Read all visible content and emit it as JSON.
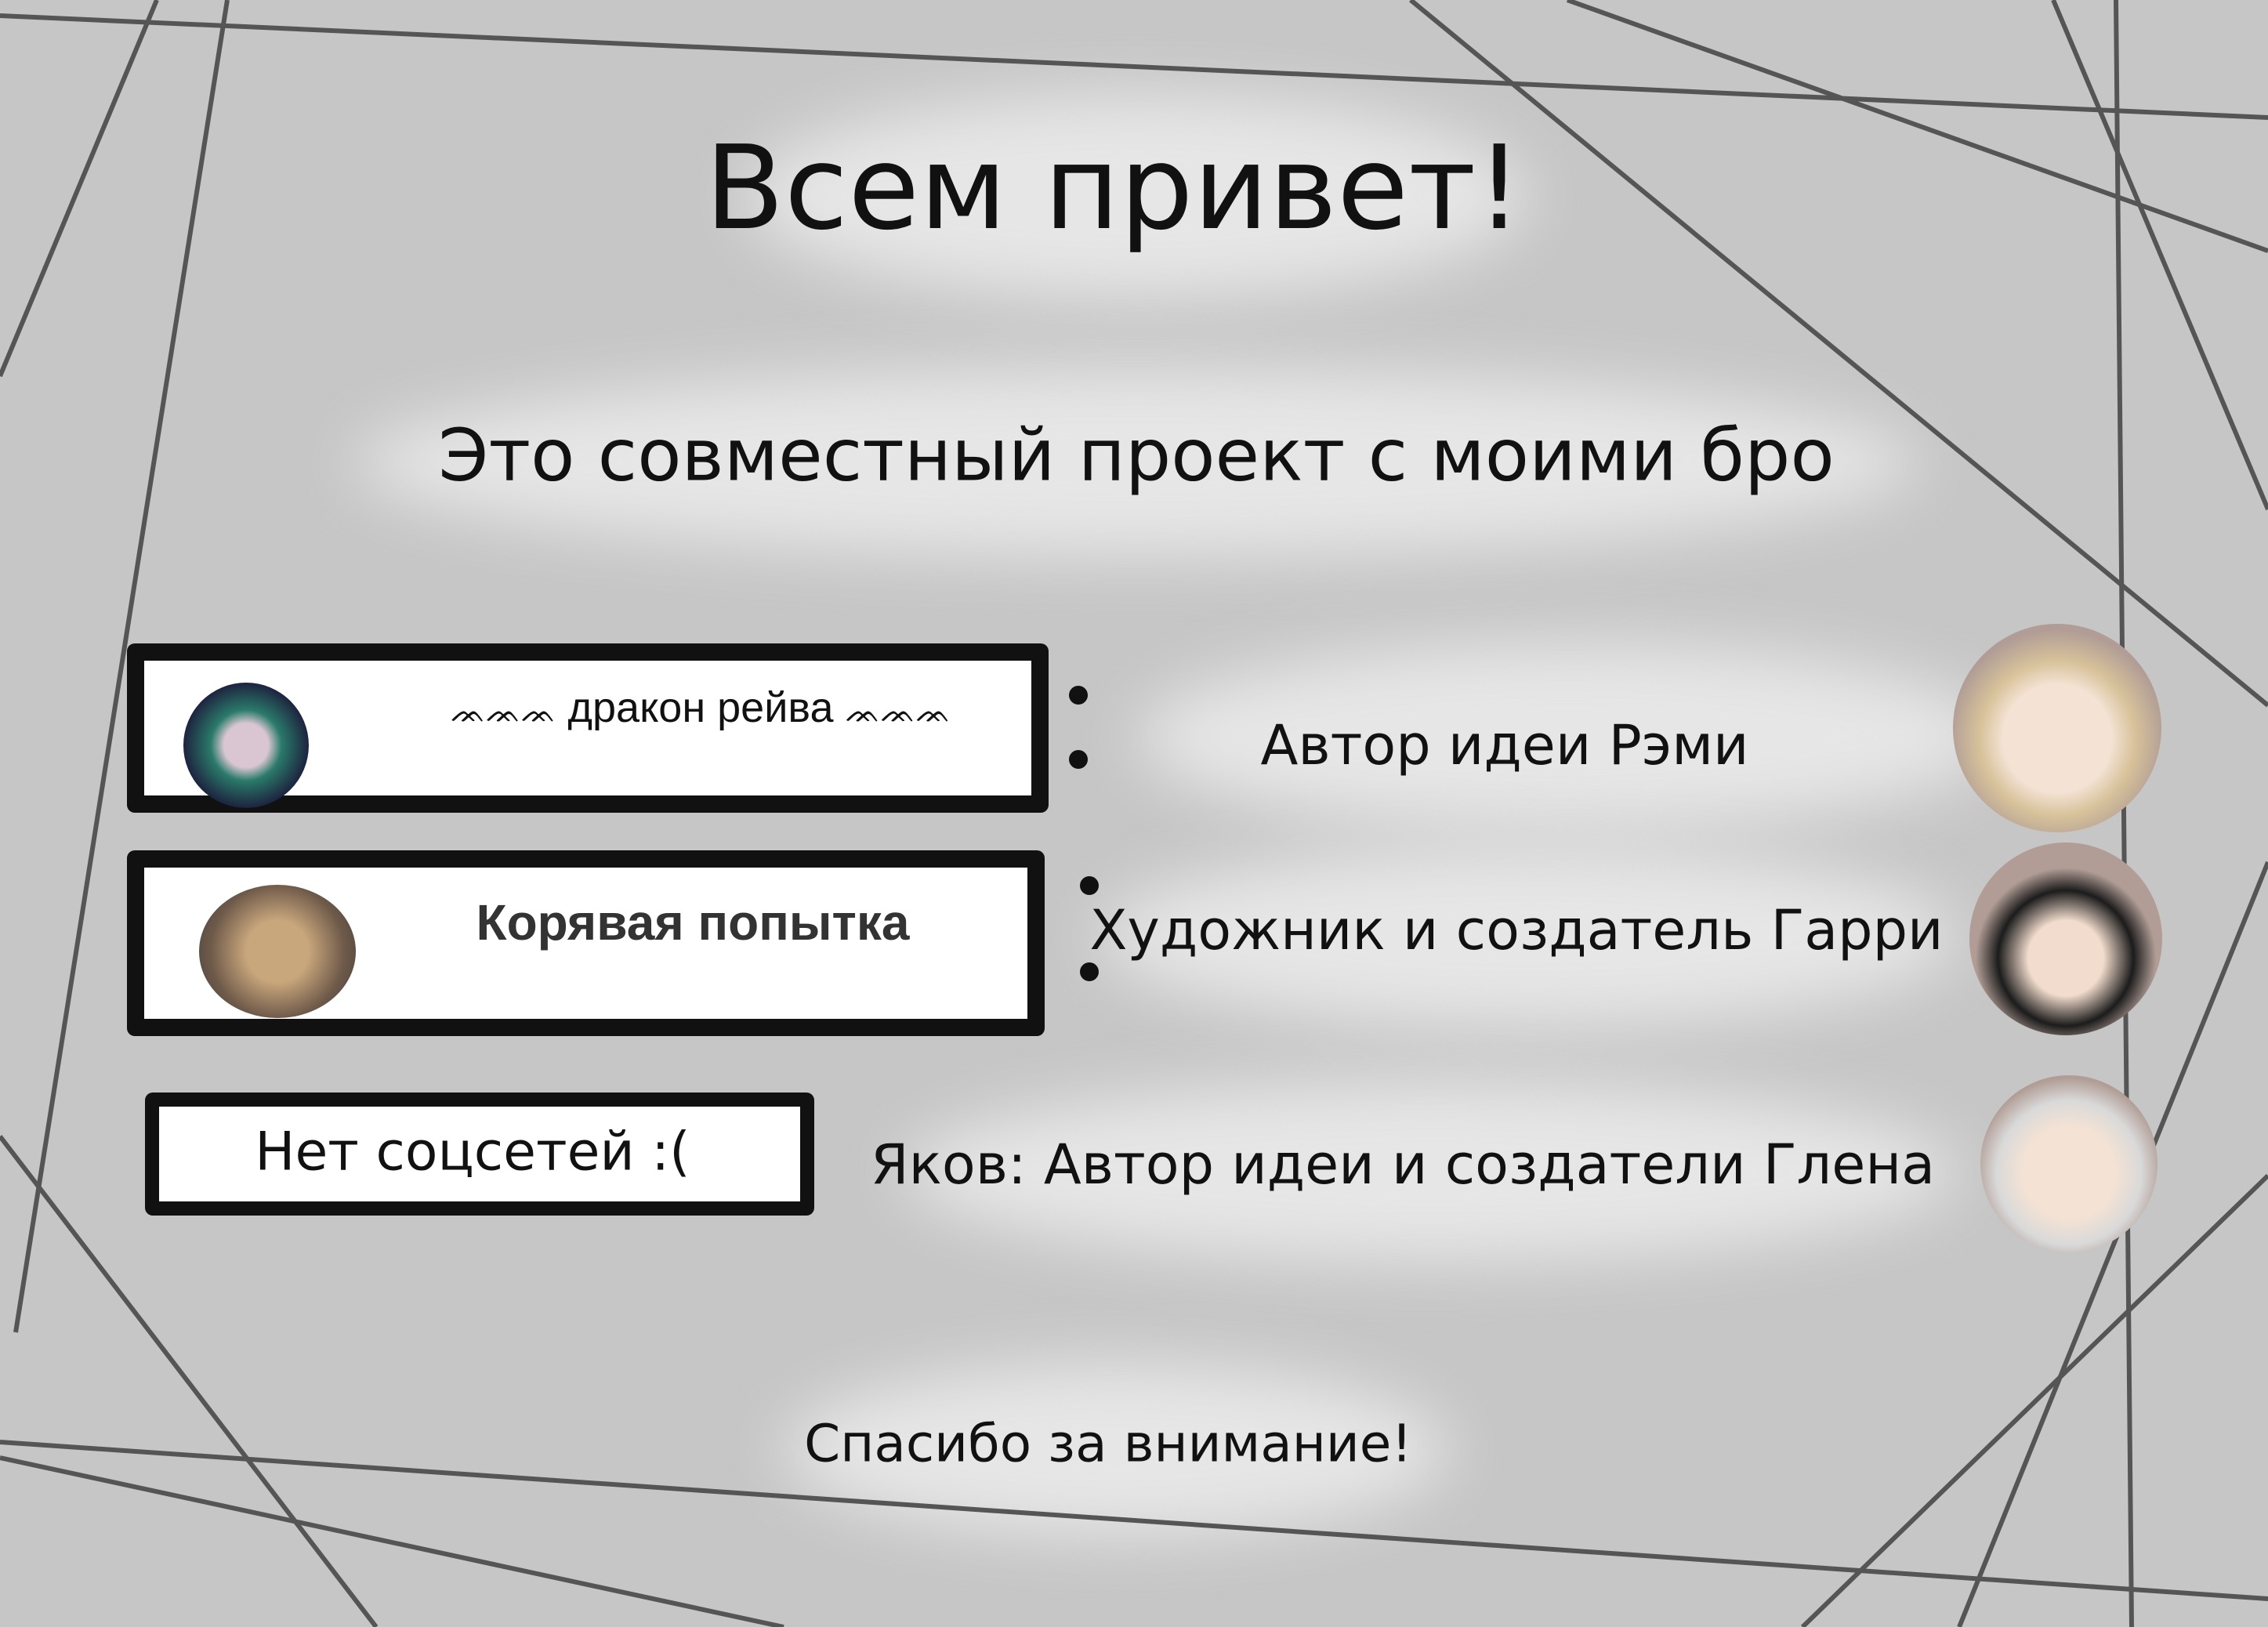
{
  "title": "Всем привет!",
  "subtitle": "Это совместный проект с моими бро",
  "accounts": [
    {
      "name": "дракон рейва",
      "deco": "ᨏᨏᨏ"
    },
    {
      "name": "Корявая попытка"
    },
    {
      "name": "Нет соцсетей :("
    }
  ],
  "roles": [
    "Автор идеи Рэми",
    "Художник и создатель Гарри",
    "Яков: Автор идеи и создатели Глена"
  ],
  "footer": "Спасибо за внимание!"
}
